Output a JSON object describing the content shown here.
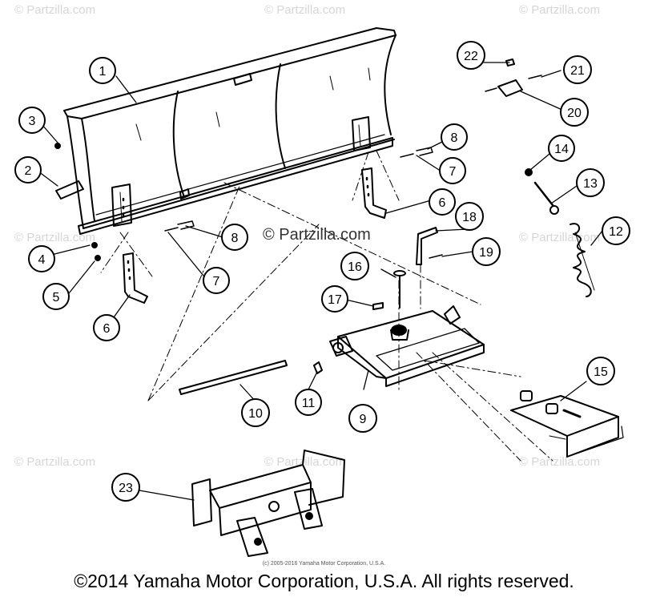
{
  "watermark": {
    "text": "© Partzilla.com"
  },
  "center_watermark": "© Partzilla.com",
  "small_copyright": "(c) 2005-2016 Yamaha Motor Corporation, U.S.A.",
  "footer_copyright": "©2014 Yamaha Motor Corporation, U.S.A. All rights reserved.",
  "callouts": [
    "1",
    "2",
    "3",
    "4",
    "5",
    "6",
    "7",
    "8",
    "6",
    "7",
    "8",
    "9",
    "10",
    "11",
    "12",
    "13",
    "14",
    "15",
    "16",
    "17",
    "18",
    "19",
    "20",
    "21",
    "22",
    "23"
  ]
}
